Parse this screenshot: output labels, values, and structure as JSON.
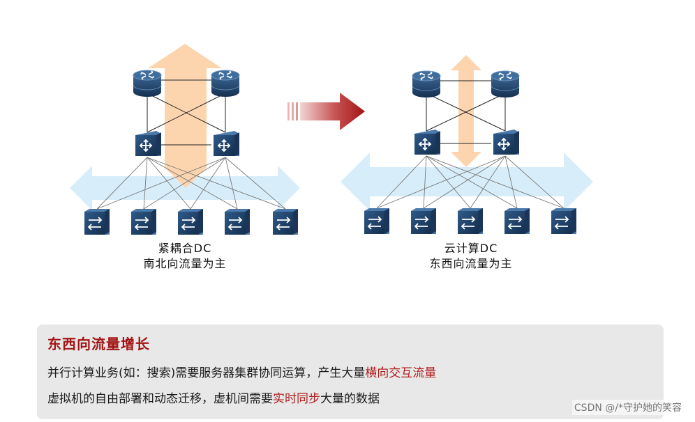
{
  "left": {
    "caption_line1": "紧耦合DC",
    "caption_line2": "南北向流量为主"
  },
  "right": {
    "caption_line1": "云计算DC",
    "caption_line2": "东西向流量为主"
  },
  "panel": {
    "title": "东西向流量增长",
    "line1_pre": "并行计算业务(如：搜索)需要服务器集群协同运算，产生大量",
    "line1_hl": "横向交互流量",
    "line2_pre": "虚拟机的自由部署和动态迁移，虚机间需要",
    "line2_hl": "实时同步",
    "line2_post": "大量的数据"
  },
  "watermark": "CSDN @/*守护她的笑容",
  "colors": {
    "device_navy": "#1b3a63",
    "ns_arrow": "#fcd5ae",
    "ew_arrow": "#d7eefa",
    "transition_arrow": "#b01c1c",
    "highlight_text": "#b01c1c",
    "title_text": "#a31515"
  },
  "icons": {
    "core": "router-icon",
    "aggregation": "l3-switch-icon",
    "access": "access-switch-icon",
    "transition": "right-arrow-icon"
  }
}
